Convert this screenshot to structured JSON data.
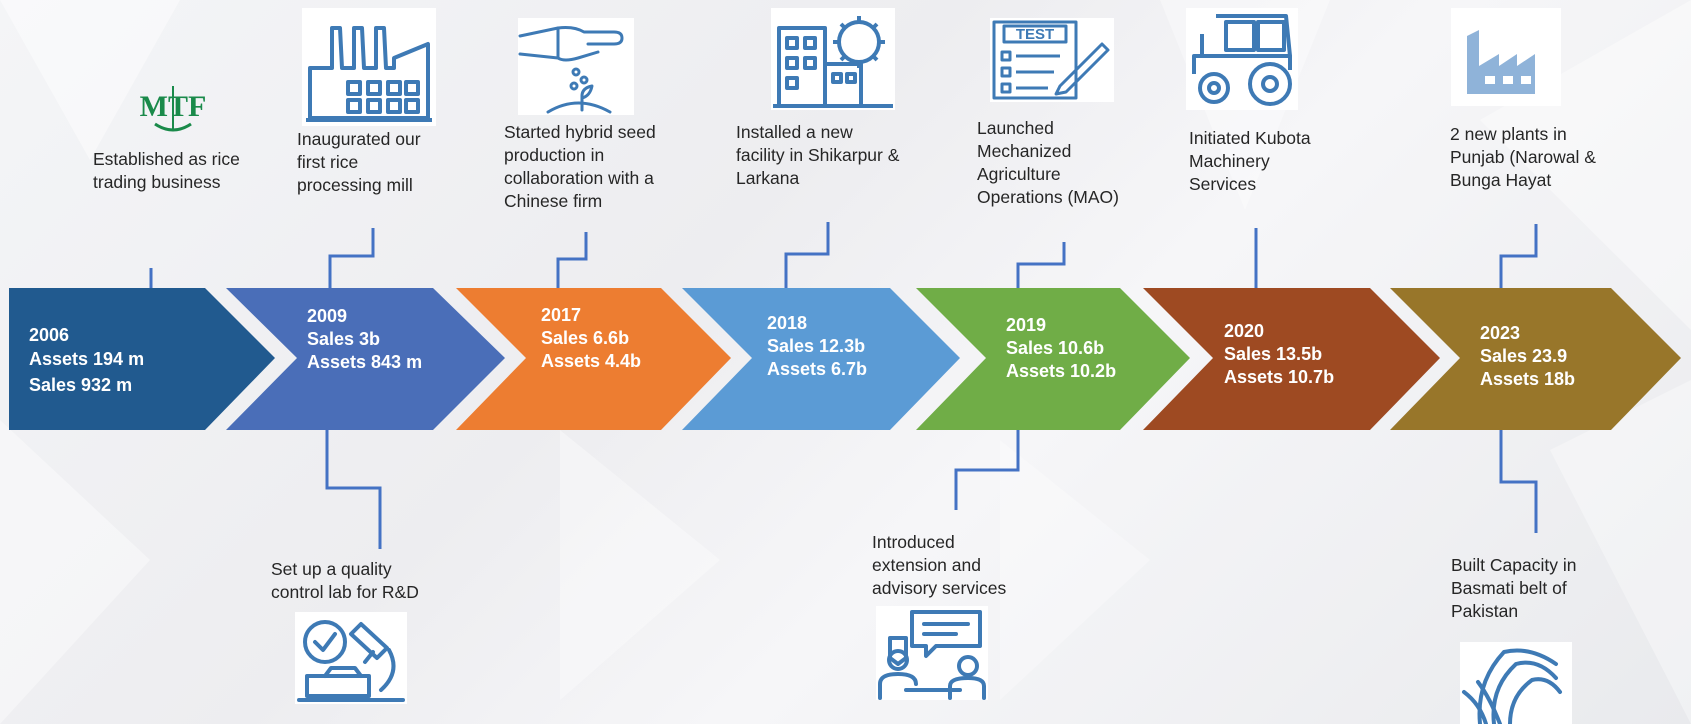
{
  "colors": {
    "s2006": "#215a8f",
    "s2009": "#4a6eb8",
    "s2017": "#ed7d31",
    "s2018": "#5b9bd5",
    "s2019": "#70ad47",
    "s2020": "#9e4a22",
    "s2023": "#98762a",
    "connector": "#4472c4",
    "icon": "#3e7ab5",
    "logo": "#1a8a4a"
  },
  "stages": [
    {
      "year": "2006",
      "line1": "Assets 194 m",
      "line2": "Sales 932 m"
    },
    {
      "year": "2009",
      "line1": "Sales 3b",
      "line2": "Assets 843 m"
    },
    {
      "year": "2017",
      "line1": "Sales 6.6b",
      "line2": "Assets 4.4b"
    },
    {
      "year": "2018",
      "line1": "Sales 12.3b",
      "line2": "Assets 6.7b"
    },
    {
      "year": "2019",
      "line1": "Sales 10.6b",
      "line2": "Assets 10.2b"
    },
    {
      "year": "2020",
      "line1": "Sales 13.5b",
      "line2": "Assets 10.7b"
    },
    {
      "year": "2023",
      "line1": "Sales 23.9",
      "line2": "Assets 18b"
    }
  ],
  "milestones_top": [
    {
      "lines": [
        "Established as rice",
        "trading business"
      ],
      "icon": "company-logo-icon",
      "logo_text": "MTF"
    },
    {
      "lines": [
        "Inaugurated our",
        "first rice",
        "processing mill"
      ],
      "icon": "factory-icon"
    },
    {
      "lines": [
        "Started hybrid seed",
        "production in",
        "collaboration with a",
        "Chinese firm"
      ],
      "icon": "hand-sowing-seeds-icon"
    },
    {
      "lines": [
        "Installed a new",
        "facility in Shikarpur &",
        "Larkana"
      ],
      "icon": "building-gear-icon"
    },
    {
      "lines": [
        "Launched",
        "Mechanized",
        "Agriculture",
        "Operations (MAO)"
      ],
      "icon": "test-checklist-icon",
      "icon_text": "TEST"
    },
    {
      "lines": [
        "Initiated Kubota",
        "Machinery",
        "Services"
      ],
      "icon": "tractor-icon"
    },
    {
      "lines": [
        "2 new plants in",
        "Punjab (Narowal &",
        "Bunga Hayat"
      ],
      "icon": "plant-factory-icon"
    }
  ],
  "milestones_bottom": [
    {
      "lines": [
        "Set up a quality",
        "control lab for R&D"
      ],
      "icon": "microscope-lab-icon"
    },
    {
      "lines": [
        "Introduced",
        "extension and",
        "advisory services"
      ],
      "icon": "advisory-meeting-icon"
    },
    {
      "lines": [
        "Built Capacity in",
        "Basmati belt of",
        "Pakistan"
      ],
      "icon": "rice-plant-icon"
    }
  ]
}
